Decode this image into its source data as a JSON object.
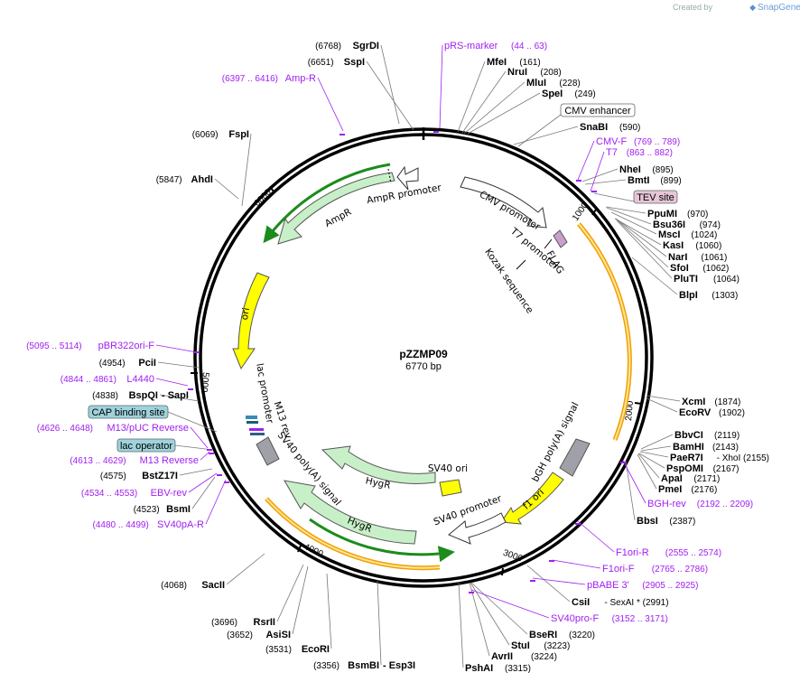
{
  "credit": {
    "prefix": "Created by",
    "brand": "SnapGene"
  },
  "plasmid": {
    "name": "pZZMP09",
    "length": "6770 bp"
  },
  "scale_ticks": [
    "1000",
    "2000",
    "3000",
    "4000",
    "5000",
    "6000"
  ],
  "features": [
    {
      "name": "AmpR",
      "color": "#c8f0c8"
    },
    {
      "name": "AmpR promoter",
      "color": "#ffffff"
    },
    {
      "name": "ori",
      "color": "#ffff00"
    },
    {
      "name": "CMV promoter",
      "color": "#ffffff"
    },
    {
      "name": "T7 promoter",
      "color": "#ffffff"
    },
    {
      "name": "FLAG",
      "color": "#c9a0c9"
    },
    {
      "name": "Kozak sequence",
      "color": "#ffffff"
    },
    {
      "name": "bGH poly(A) signal",
      "color": "#a0a0a8"
    },
    {
      "name": "f1 ori",
      "color": "#ffff00"
    },
    {
      "name": "SV40 promoter",
      "color": "#ffffff"
    },
    {
      "name": "SV40 ori",
      "color": "#ffff00"
    },
    {
      "name": "HygR",
      "color": "#c8f0c8"
    },
    {
      "name": "HygR",
      "color": "#c8f0c8"
    },
    {
      "name": "SV40 poly(A) signal",
      "color": "#a0a0a8"
    },
    {
      "name": "M13 rev",
      "color": "#ffffff"
    },
    {
      "name": "lac promoter",
      "color": "#ffffff"
    }
  ],
  "boxed_labels": [
    {
      "text": "CMV enhancer",
      "fill": "#ffffff"
    },
    {
      "text": "TEV site",
      "fill": "#e7c6d8"
    },
    {
      "text": "CAP binding site",
      "fill": "#9ed3dc"
    },
    {
      "text": "lac operator",
      "fill": "#9ed3dc"
    }
  ],
  "site_labels": [
    {
      "pre": "(6768)",
      "name": "SgrDI",
      "post": ""
    },
    {
      "pre": "(6651)",
      "name": "SspI",
      "post": ""
    },
    {
      "pre": "(6069)",
      "name": "FspI",
      "post": ""
    },
    {
      "pre": "(5847)",
      "name": "AhdI",
      "post": ""
    },
    {
      "pre": "(4954)",
      "name": "PciI",
      "post": ""
    },
    {
      "pre": "(4838)",
      "name": "BspQI",
      "post": "- SapI"
    },
    {
      "pre": "(4575)",
      "name": "BstZ17I",
      "post": ""
    },
    {
      "pre": "(4523)",
      "name": "BsmI",
      "post": ""
    },
    {
      "pre": "(4068)",
      "name": "SacII",
      "post": ""
    },
    {
      "pre": "(3696)",
      "name": "RsrII",
      "post": ""
    },
    {
      "pre": "(3652)",
      "name": "AsiSI",
      "post": ""
    },
    {
      "pre": "(3531)",
      "name": "EcoRI",
      "post": ""
    },
    {
      "pre": "(3356)",
      "name": "BsmBI",
      "post": "- Esp3I"
    },
    {
      "pre": "",
      "name": "MfeI",
      "post": "(161)"
    },
    {
      "pre": "",
      "name": "NruI",
      "post": "(208)"
    },
    {
      "pre": "",
      "name": "MluI",
      "post": "(228)"
    },
    {
      "pre": "",
      "name": "SpeI",
      "post": "(249)"
    },
    {
      "pre": "",
      "name": "SnaBI",
      "post": "(590)"
    },
    {
      "pre": "",
      "name": "NheI",
      "post": "(895)"
    },
    {
      "pre": "",
      "name": "BmtI",
      "post": "(899)"
    },
    {
      "pre": "",
      "name": "PpuMI",
      "post": "(970)"
    },
    {
      "pre": "",
      "name": "Bsu36I",
      "post": "(974)"
    },
    {
      "pre": "",
      "name": "MscI",
      "post": "(1024)"
    },
    {
      "pre": "",
      "name": "KasI",
      "post": "(1060)"
    },
    {
      "pre": "",
      "name": "NarI",
      "post": "(1061)"
    },
    {
      "pre": "",
      "name": "SfoI",
      "post": "(1062)"
    },
    {
      "pre": "",
      "name": "PluTI",
      "post": "(1064)"
    },
    {
      "pre": "",
      "name": "BlpI",
      "post": "(1303)"
    },
    {
      "pre": "",
      "name": "XcmI",
      "post": "(1874)"
    },
    {
      "pre": "",
      "name": "EcoRV",
      "post": "(1902)"
    },
    {
      "pre": "",
      "name": "BbvCI",
      "post": "(2119)"
    },
    {
      "pre": "",
      "name": "BamHI",
      "post": "(2143)"
    },
    {
      "pre": "",
      "name": "PaeR7I",
      "post": "- XhoI   (2155)"
    },
    {
      "pre": "",
      "name": "PspOMI",
      "post": "(2167)"
    },
    {
      "pre": "",
      "name": "ApaI",
      "post": "(2171)"
    },
    {
      "pre": "",
      "name": "PmeI",
      "post": "(2176)"
    },
    {
      "pre": "",
      "name": "BbsI",
      "post": "(2387)"
    },
    {
      "pre": "",
      "name": "CsiI",
      "post": "- SexAI *  (2991)"
    },
    {
      "pre": "",
      "name": "BseRI",
      "post": "(3220)"
    },
    {
      "pre": "",
      "name": "StuI",
      "post": "(3223)"
    },
    {
      "pre": "",
      "name": "AvrII",
      "post": "(3224)"
    },
    {
      "pre": "",
      "name": "PshAI",
      "post": "(3315)"
    }
  ],
  "primer_labels": [
    {
      "text": "pRS-marker",
      "range": "(44 .. 63)"
    },
    {
      "text": "Amp-R",
      "range": "(6397 .. 6416)"
    },
    {
      "text": "CMV-F",
      "range": "(769 .. 789)"
    },
    {
      "text": "T7",
      "range": "(863 .. 882)"
    },
    {
      "text": "pBR322ori-F",
      "range": "(5095 .. 5114)"
    },
    {
      "text": "L4440",
      "range": "(4844 .. 4861)"
    },
    {
      "text": "M13/pUC Reverse",
      "range": "(4626 .. 4648)"
    },
    {
      "text": "M13 Reverse",
      "range": "(4613 .. 4629)"
    },
    {
      "text": "EBV-rev",
      "range": "(4534 .. 4553)"
    },
    {
      "text": "SV40pA-R",
      "range": "(4480 .. 4499)"
    },
    {
      "text": "BGH-rev",
      "range": "(2192 .. 2209)"
    },
    {
      "text": "F1ori-R",
      "range": "(2555 .. 2574)"
    },
    {
      "text": "F1ori-F",
      "range": "(2765 .. 2786)"
    },
    {
      "text": "pBABE 3'",
      "range": "(2905 .. 2925)"
    },
    {
      "text": "SV40pro-F",
      "range": "(3152 .. 3171)"
    }
  ]
}
